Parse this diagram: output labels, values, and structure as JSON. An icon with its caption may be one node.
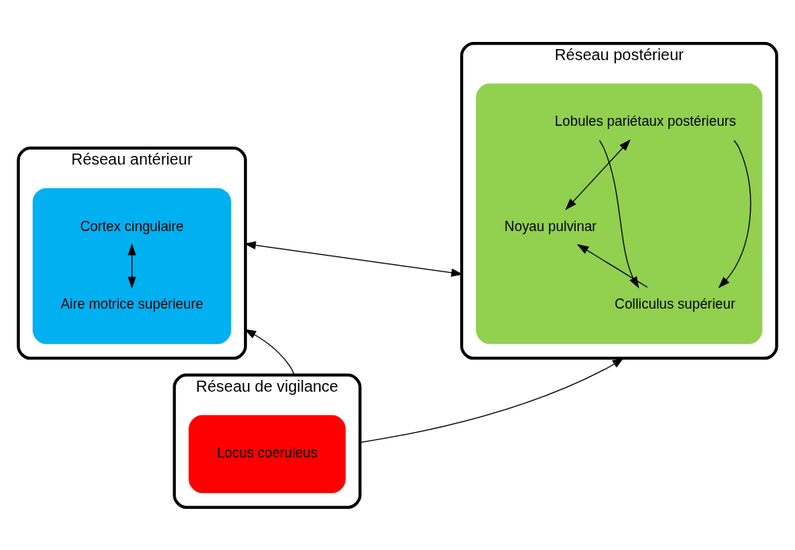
{
  "diagram": {
    "nodes": [
      {
        "text": [
          "Réseau antérieur"
        ]
      },
      {
        "text": [],
        "shape": "box",
        "in": 0
      },
      {
        "text": [
          "Cortex cingulaire"
        ],
        "in": 1
      },
      {
        "text": [
          "Aire motrice supérieure"
        ],
        "in": 1
      },
      {
        "text": [
          "Réseau postérieur"
        ]
      },
      {
        "text": [],
        "shape": "box",
        "in": 4
      },
      {
        "text": [
          "Lobules pariétaux postérieurs"
        ],
        "in": 5
      },
      {
        "text": [
          "Noyau pulvinar"
        ],
        "in": 5
      },
      {
        "text": [
          "Colliculus supérieur"
        ],
        "in": 5
      },
      {
        "text": [
          "Réseau de vigilance"
        ]
      },
      {
        "text": [],
        "shape": "box",
        "in": 9
      },
      {
        "text": [
          "Locus coeruleus"
        ],
        "in": 10
      }
    ],
    "edges": [
      {
        "from": 2,
        "to": 3,
        "arrow": "both"
      },
      {
        "from": 0,
        "to": 4,
        "arrow": "both"
      },
      {
        "from": 6,
        "to": 7,
        "arrow": "both"
      },
      {
        "from": 6,
        "to": 8,
        "arrow": "to"
      },
      {
        "from": 6,
        "to": 8,
        "arrow": "to"
      },
      {
        "from": 8,
        "to": 7,
        "arrow": "to"
      },
      {
        "from": 9,
        "to": 0,
        "arrow": "to"
      },
      {
        "from": 9,
        "to": 4,
        "arrow": "to"
      }
    ]
  }
}
